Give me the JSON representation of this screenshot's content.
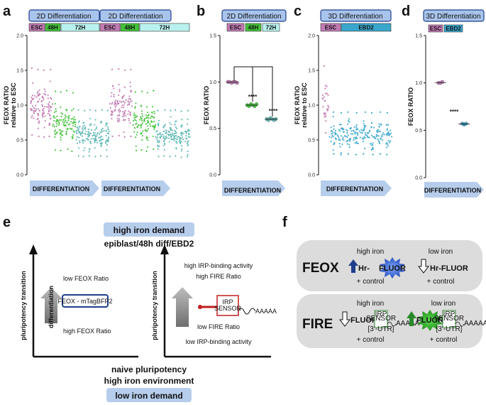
{
  "panels": {
    "a": {
      "letter": "a",
      "headers": [
        "2D Differentiation",
        "2D Differentiation"
      ],
      "segments": [
        "ESC",
        "48H",
        "72H",
        "ESC",
        "48H",
        "72H"
      ],
      "ylabel1": "FEOX RATIO",
      "ylabel2": "relative to ESC",
      "arrows": [
        "DIFFERENTIATION",
        "DIFFERENTIATION"
      ]
    },
    "b": {
      "letter": "b",
      "header": "2D Differentiation",
      "segments": [
        "ESC",
        "48H",
        "72H"
      ],
      "ylabel": "FEOX RATIO",
      "arrow": "DIFFERENTIATION",
      "stars": [
        "****",
        "****"
      ]
    },
    "c": {
      "letter": "c",
      "header": "3D Differentiation",
      "segments": [
        "ESC",
        "EBD2"
      ],
      "ylabel1": "FEOX RATIO",
      "ylabel2": "relative to ESC",
      "arrow": "DIFFERENTIATION"
    },
    "d": {
      "letter": "d",
      "header": "3D Differentiation",
      "segments": [
        "ESC",
        "EBD2"
      ],
      "ylabel": "FEOX RATIO",
      "arrow": "DIFFERENTIATION",
      "stars": "****"
    },
    "e": {
      "letter": "e",
      "high_demand": "high iron demand",
      "epiblast": "epiblast/48h diff/EBD2",
      "naive": "naive pluripotency",
      "high_env": "high iron environment",
      "low_demand": "low iron demand",
      "yaxis": "pluripotency transition",
      "low_ratio": "low FEOX Ratio",
      "high_ratio": "high FEOX Ratio",
      "differentiation": "differentiation",
      "reporter": "FEOX - mTagBFP2",
      "high_irp": "high IRP-binding activity",
      "high_fire": "high FIRE Ratio",
      "irp1": "IRP",
      "irp2": "SENSOR",
      "polyA": "AAAAA",
      "low_fire": "low FIRE Ratio",
      "low_irp": "low IRP-binding activity"
    },
    "f": {
      "letter": "f",
      "feox": "FEOX",
      "fire": "FIRE",
      "high_iron": "high iron",
      "low_iron": "low iron",
      "hr_prefix": "Hr-",
      "fluor_word": "FLUOR",
      "hr_fluor": "Hr-FLUOR",
      "control": "+ control",
      "fluor": "FLUOR",
      "irp1": "IRP",
      "irp2": "SENSOR",
      "utr": "[3'-UTR]",
      "polyA": "AAAAA"
    }
  },
  "colors": {
    "esc": "#c17bb3",
    "d48": "#44c23a",
    "d72": "#5fb8b4",
    "ebd2": "#3aa6cc",
    "header_fill": "#a9c4ec",
    "arrow": "#b6cdec",
    "navy": "#1f3f8c"
  },
  "chart_data": [
    {
      "panel": "a",
      "type": "scatter",
      "title": "2D Differentiation",
      "ylabel": "FEOX RATIO relative to ESC",
      "ylim": [
        0,
        2.0
      ],
      "yticks": [
        0.0,
        0.5,
        1.0,
        1.5,
        2.0
      ],
      "series": [
        {
          "name": "ESC",
          "color": "#c17bb3",
          "medians": [
            1.02,
            1.0,
            0.99,
            1.0
          ],
          "spread": 0.32
        },
        {
          "name": "48H",
          "color": "#44c23a",
          "medians": [
            0.75,
            0.74,
            0.76,
            0.73
          ],
          "spread": 0.28
        },
        {
          "name": "72H",
          "color": "#5fb8b4",
          "medians": [
            0.58,
            0.57,
            0.58,
            0.57,
            0.58,
            0.57
          ],
          "spread": 0.22
        },
        {
          "name": "ESC",
          "color": "#c17bb3",
          "medians": [
            1.0,
            1.01,
            0.99,
            1.0
          ],
          "spread": 0.32
        },
        {
          "name": "48H",
          "color": "#44c23a",
          "medians": [
            0.74,
            0.75,
            0.73,
            0.76
          ],
          "spread": 0.28
        },
        {
          "name": "72H",
          "color": "#5fb8b4",
          "medians": [
            0.57,
            0.58,
            0.57,
            0.58,
            0.56,
            0.57
          ],
          "spread": 0.22
        }
      ]
    },
    {
      "panel": "b",
      "type": "scatter",
      "title": "2D Differentiation",
      "ylabel": "FEOX RATIO",
      "ylim": [
        0,
        1.5
      ],
      "yticks": [
        0.0,
        0.5,
        1.0,
        1.5
      ],
      "series": [
        {
          "name": "ESC",
          "color": "#c17bb3",
          "values": [
            1.0,
            1.0,
            0.99,
            1.0,
            1.0,
            0.99
          ]
        },
        {
          "name": "48H",
          "color": "#44c23a",
          "values": [
            0.75,
            0.74,
            0.76,
            0.75,
            0.74,
            0.76
          ]
        },
        {
          "name": "72H",
          "color": "#5fb8b4",
          "values": [
            0.6,
            0.59,
            0.61,
            0.6,
            0.59,
            0.6
          ]
        }
      ]
    },
    {
      "panel": "c",
      "type": "scatter",
      "title": "3D Differentiation",
      "ylabel": "FEOX RATIO relative to ESC",
      "ylim": [
        0,
        2.0
      ],
      "yticks": [
        0.0,
        0.5,
        1.0,
        1.5,
        2.0
      ],
      "series": [
        {
          "name": "ESC",
          "color": "#c17bb3",
          "medians": [
            1.05
          ],
          "spread": 0.32
        },
        {
          "name": "EBD2",
          "color": "#3aa6cc",
          "medians": [
            0.58,
            0.57,
            0.58,
            0.57,
            0.58,
            0.57,
            0.58,
            0.57
          ],
          "spread": 0.2
        }
      ]
    },
    {
      "panel": "d",
      "type": "scatter",
      "title": "3D Differentiation",
      "ylabel": "FEOX RATIO",
      "ylim": [
        0,
        1.5
      ],
      "yticks": [
        0.0,
        0.5,
        1.0,
        1.5
      ],
      "series": [
        {
          "name": "ESC",
          "color": "#c17bb3",
          "values": [
            1.0,
            1.0,
            1.01
          ]
        },
        {
          "name": "EBD2",
          "color": "#3aa6cc",
          "values": [
            0.57,
            0.56,
            0.57
          ]
        }
      ]
    }
  ]
}
